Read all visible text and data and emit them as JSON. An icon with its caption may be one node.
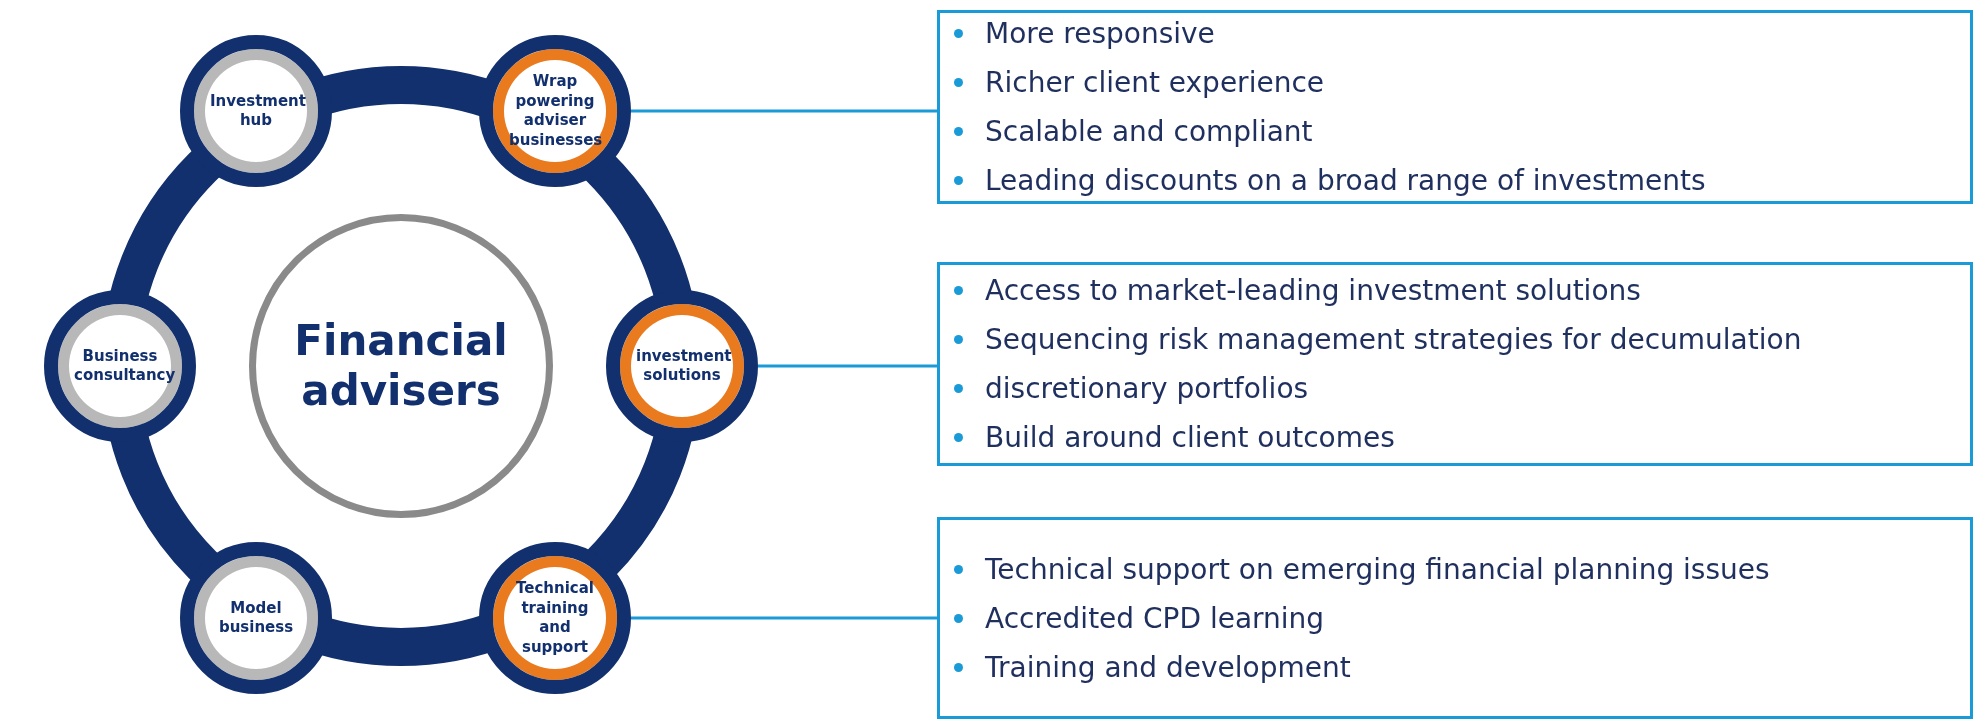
{
  "diagram": {
    "nodes": [
      {
        "text": [
          "Financial advisers"
        ]
      },
      {
        "text": [
          "Investment hub"
        ]
      },
      {
        "text": [
          "Wrap powering adviser businesses"
        ]
      },
      {
        "text": [
          "investment solutions"
        ]
      },
      {
        "text": [
          "Technical training and support"
        ]
      },
      {
        "text": [
          "Model business"
        ]
      },
      {
        "text": [
          "Business consultancy"
        ]
      },
      {
        "text": [
          "More responsive",
          "Richer client experience",
          "Scalable and compliant",
          "Leading discounts on a broad range of investments"
        ]
      },
      {
        "text": [
          "Access to market-leading investment solutions",
          "Sequencing risk management strategies for decumulation",
          "discretionary portfolios",
          "Build around client outcomes"
        ]
      },
      {
        "text": [
          "Technical support on emerging financial planning issues",
          "Accredited CPD learning",
          "Training and development"
        ]
      }
    ],
    "edges": [
      {
        "from": 2,
        "to": 7,
        "arrow": "none"
      },
      {
        "from": 3,
        "to": 8,
        "arrow": "none"
      },
      {
        "from": 4,
        "to": 9,
        "arrow": "none"
      }
    ]
  }
}
